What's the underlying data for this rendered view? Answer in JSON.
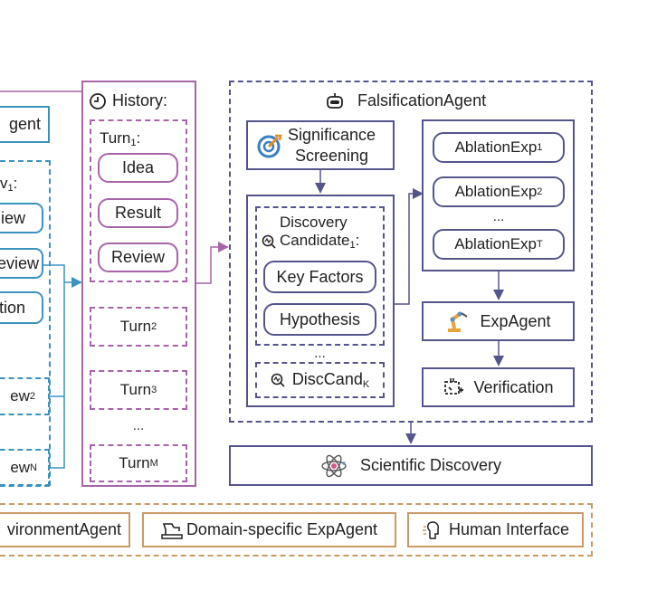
{
  "left_panel": {
    "agent_label": "gent",
    "turn_label_main": "v",
    "turn_label_sub": "1",
    "turn_label_suffix": ":",
    "items": [
      "iew",
      "eview",
      "tion"
    ],
    "review2_main": "ew",
    "review2_sub": "2",
    "reviewN_main": "ew",
    "reviewN_sub": "N"
  },
  "history": {
    "title": "History:",
    "turn1_main": "Turn",
    "turn1_sub": "1",
    "turn1_suffix": ":",
    "items": [
      "Idea",
      "Result",
      "Review"
    ],
    "turn2_main": "Turn",
    "turn2_sub": "2",
    "turn3_main": "Turn",
    "turn3_sub": "3",
    "ellipsis": "...",
    "turnM_main": "Turn",
    "turnM_sub": "M"
  },
  "falsification": {
    "title": "FalsificationAgent",
    "significance_line1": "Significance",
    "significance_line2": "Screening",
    "candidate_line1": "Discovery",
    "candidate_line2_main": "Candidate",
    "candidate_line2_sub": "1",
    "candidate_line2_suffix": ":",
    "key_factors": "Key Factors",
    "hypothesis": "Hypothesis",
    "ellipsis": "...",
    "disccand_main": "DiscCand",
    "disccand_sub": "K",
    "ablation1_main": "AblationExp",
    "ablation1_sub": "1",
    "ablation2_main": "AblationExp",
    "ablation2_sub": "2",
    "ablation_ellipsis": "...",
    "ablationT_main": "AblationExp",
    "ablationT_sub": "T",
    "exp_agent": "ExpAgent",
    "verification": "Verification"
  },
  "scientific_discovery": "Scientific Discovery",
  "bottom": {
    "environment_agent": "vironmentAgent",
    "domain_exp_agent": "Domain-specific ExpAgent",
    "human_interface": "Human Interface"
  },
  "colors": {
    "blue": "#3a93bf",
    "purple": "#a864a8",
    "navy": "#55558e",
    "orange": "#c99a67"
  },
  "icons": {
    "history": "clock-icon",
    "falsification": "robot-icon",
    "significance": "target-icon",
    "candidate": "analysis-icon",
    "exp_agent": "robot-arm-icon",
    "verification": "verification-icon",
    "discovery": "atom-icon",
    "domain": "lab-arm-icon",
    "human": "human-icon"
  }
}
